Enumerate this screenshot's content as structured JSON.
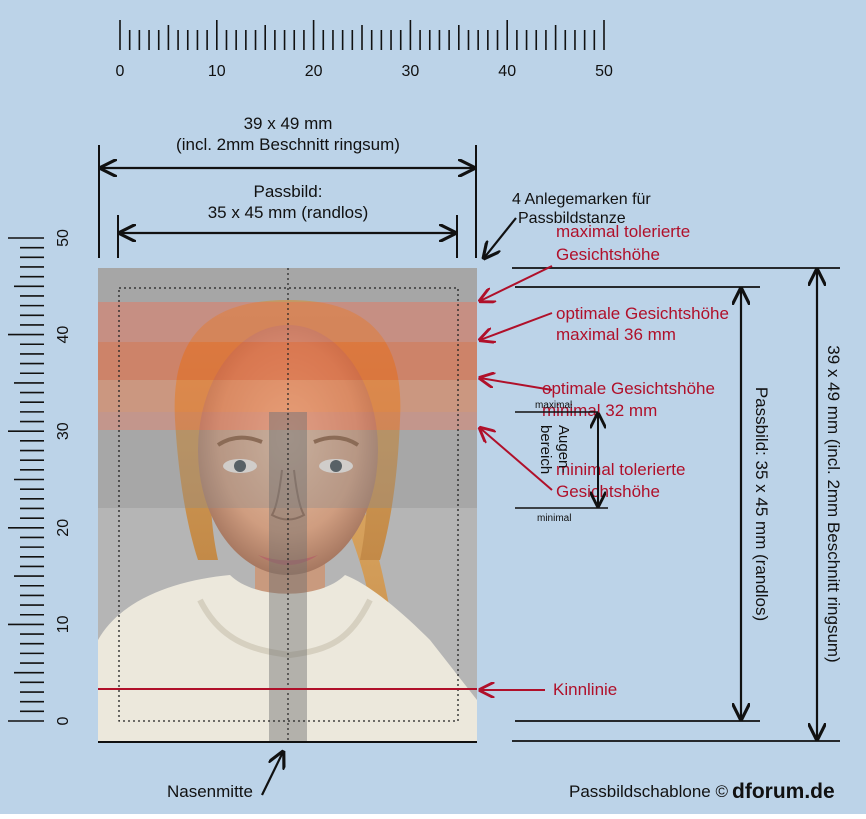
{
  "colors": {
    "background": "#bcd3e8",
    "red": "#b0102a",
    "black": "#111111",
    "face_max_band": "#d4705a",
    "face_opt_band": "#e05a2a",
    "eye_band": "#8c8c8c"
  },
  "top_ruler": {
    "labels": [
      "0",
      "10",
      "20",
      "30",
      "40",
      "50"
    ]
  },
  "left_ruler": {
    "labels": [
      "0",
      "10",
      "20",
      "30",
      "40",
      "50"
    ]
  },
  "dimensions": {
    "outer_top_line1": "39 x 49 mm",
    "outer_top_line2": "(incl. 2mm Beschnitt ringsum)",
    "inner_top_line1": "Passbild:",
    "inner_top_line2": "35 x 45 mm (randlos)",
    "inner_vertical": "Passbild: 35 x 45 mm (randlos)",
    "outer_vertical": "39 x 49 mm (incl. 2mm Beschnitt ringsum)"
  },
  "annotations": {
    "anlegemarken_line1": "4 Anlegemarken für",
    "anlegemarken_line2": "Passbildstanze",
    "max_tol_line1": "maximal tolerierte",
    "max_tol_line2": "Gesichtshöhe",
    "opt_max_line1": "optimale Gesichtshöhe",
    "opt_max_line2": "maximal 36 mm",
    "opt_min_line1": "optimale Gesichtshöhe",
    "opt_min_line2": "minimal 32 mm",
    "min_tol_line1": "minimal tolerierte",
    "min_tol_line2": "Gesichtshöhe",
    "kinnlinie": "Kinnlinie",
    "nasenmitte": "Nasenmitte",
    "eye_maximal": "maximal",
    "eye_minimal": "minimal",
    "eye_label_line1": "Augen-",
    "eye_label_line2": "bereich"
  },
  "footer": {
    "copyright": "Passbildschablone ©",
    "brand": "dforum.de"
  }
}
